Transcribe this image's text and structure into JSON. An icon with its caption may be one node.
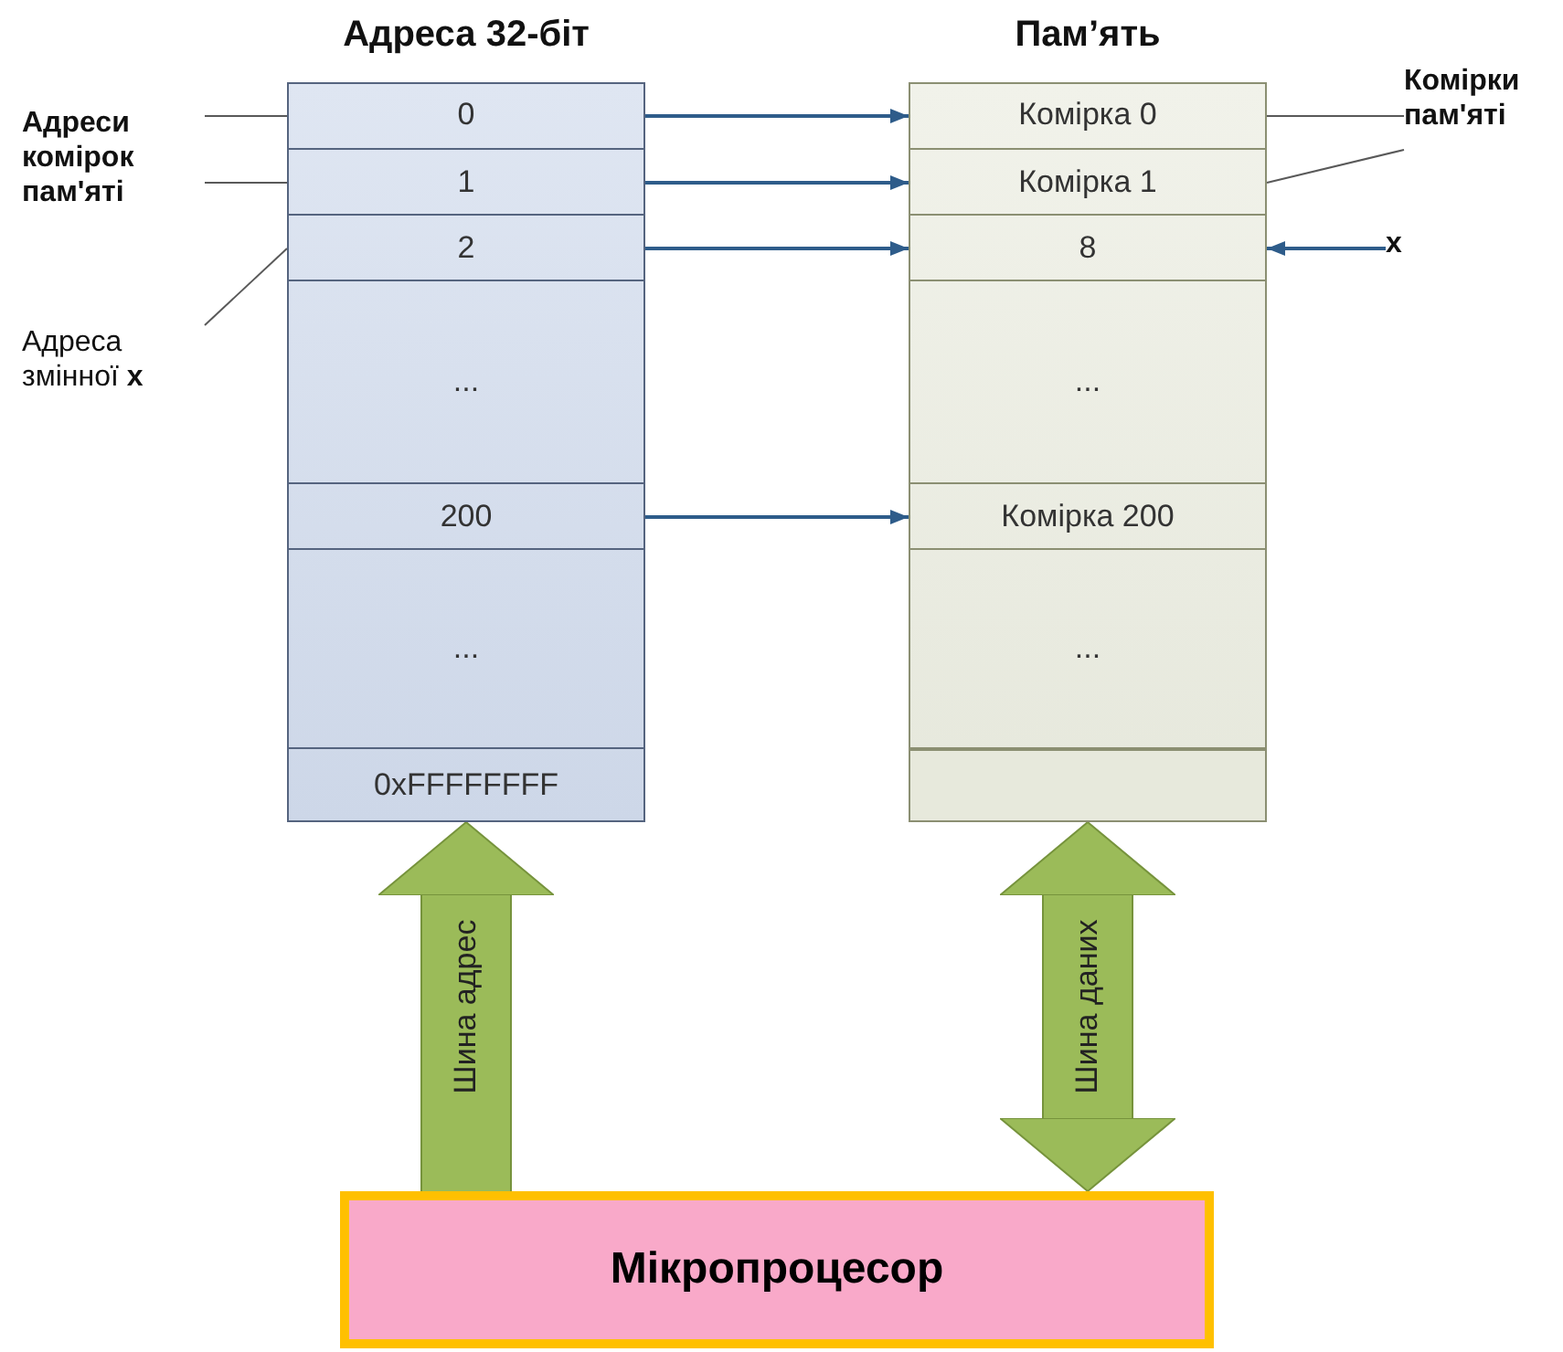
{
  "diagram": {
    "nodes": [
      {
        "text": [
          "Адреса 32-біт"
        ]
      },
      {
        "text": [
          "0"
        ],
        "in": 0
      },
      {
        "text": [
          "1"
        ],
        "in": 0
      },
      {
        "text": [
          "2"
        ],
        "in": 0
      },
      {
        "text": [
          "..."
        ],
        "in": 0
      },
      {
        "text": [
          "200"
        ],
        "in": 0
      },
      {
        "text": [
          "..."
        ],
        "in": 0
      },
      {
        "text": [
          "0xFFFFFFFF"
        ],
        "in": 0
      },
      {
        "text": [
          "Пам’ять"
        ]
      },
      {
        "text": [
          "Комірка 0"
        ],
        "in": 8
      },
      {
        "text": [
          "Комірка 1"
        ],
        "in": 8
      },
      {
        "text": [
          "8"
        ],
        "in": 8
      },
      {
        "text": [
          "..."
        ],
        "in": 8
      },
      {
        "text": [
          "Комірка 200"
        ],
        "in": 8
      },
      {
        "text": [
          "..."
        ],
        "in": 8
      },
      {
        "text": [],
        "shape": "box",
        "in": 8
      },
      {
        "text": [
          "Адреси комірок пам'яті"
        ]
      },
      {
        "text": [
          "Адреса змінної **x**"
        ]
      },
      {
        "text": [
          "Комірки пам'яті"
        ]
      },
      {
        "text": [
          "x"
        ]
      },
      {
        "text": [
          "Мікропроцесор"
        ]
      }
    ],
    "edges": [
      {
        "from": 1,
        "to": 9,
        "arrow": "to"
      },
      {
        "from": 2,
        "to": 10,
        "arrow": "to"
      },
      {
        "from": 3,
        "to": 11,
        "arrow": "to"
      },
      {
        "from": 5,
        "to": 13,
        "arrow": "to"
      },
      {
        "from": 16,
        "to": 1,
        "arrow": "none",
        "color": "#595959"
      },
      {
        "from": 16,
        "to": 2,
        "arrow": "none",
        "color": "#595959"
      },
      {
        "from": 17,
        "to": 3,
        "arrow": "none",
        "color": "#595959"
      },
      {
        "from": 18,
        "to": 9,
        "arrow": "none",
        "color": "#595959"
      },
      {
        "from": 18,
        "to": 10,
        "arrow": "none",
        "color": "#595959"
      },
      {
        "from": 19,
        "to": 11,
        "arrow": "to"
      },
      {
        "from": 20,
        "to": 0,
        "arrow": "to",
        "label": "Шина адрес",
        "style": "thick",
        "color": "#9bbb59"
      },
      {
        "from": 20,
        "to": 8,
        "arrow": "both",
        "label": "Шина даних",
        "style": "thick",
        "color": "#9bbb59"
      }
    ]
  }
}
